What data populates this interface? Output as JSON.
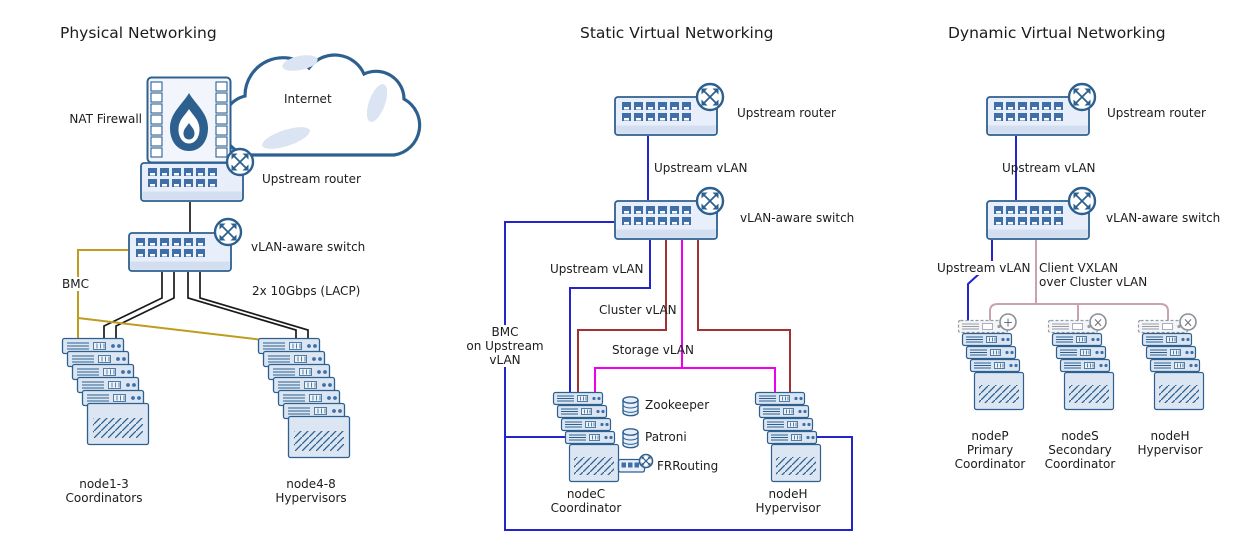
{
  "colors": {
    "outline": "#2d608f",
    "device_fill": "#e9effa",
    "port_fill": "#3f6fa8",
    "wire_black": "#1a1a1a",
    "wire_bmc": "#bf9b1e",
    "wire_blue": "#2424cc",
    "wire_red": "#a03232",
    "wire_magenta": "#ee00ee",
    "wire_pink": "#c9a2b2"
  },
  "panels": {
    "physical": {
      "title": "Physical Networking",
      "labels": {
        "internet": "Internet",
        "nat_firewall": "NAT Firewall",
        "upstream_router": "Upstream router",
        "vlan_switch": "vLAN-aware switch",
        "bmc": "BMC",
        "lacp": "2x 10Gbps (LACP)",
        "coordinators": "node1-3\nCoordinators",
        "hypervisors": "node4-8\nHypervisors"
      }
    },
    "static_virtual": {
      "title": "Static Virtual Networking",
      "labels": {
        "upstream_router": "Upstream router",
        "upstream_vlan_link": "Upstream vLAN",
        "vlan_switch": "vLAN-aware switch",
        "upstream_vlan": "Upstream vLAN",
        "cluster_vlan": "Cluster vLAN",
        "storage_vlan": "Storage vLAN",
        "bmc_vlan": "BMC\non Upstream vLAN",
        "zookeeper": "Zookeeper",
        "patroni": "Patroni",
        "frrouting": "FRRouting",
        "node_c": "nodeC\nCoordinator",
        "node_h": "nodeH\nHypervisor"
      }
    },
    "dynamic_virtual": {
      "title": "Dynamic Virtual Networking",
      "labels": {
        "upstream_router": "Upstream router",
        "upstream_vlan_link": "Upstream vLAN",
        "vlan_switch": "vLAN-aware switch",
        "upstream_vlan": "Upstream vLAN",
        "client_vxlan": "Client VXLAN\nover Cluster vLAN",
        "node_p": "nodeP\nPrimary\nCoordinator",
        "node_s": "nodeS\nSecondary\nCoordinator",
        "node_h": "nodeH\nHypervisor"
      },
      "badges": {
        "node_p": "+",
        "node_s": "×",
        "node_h": "×"
      }
    }
  }
}
